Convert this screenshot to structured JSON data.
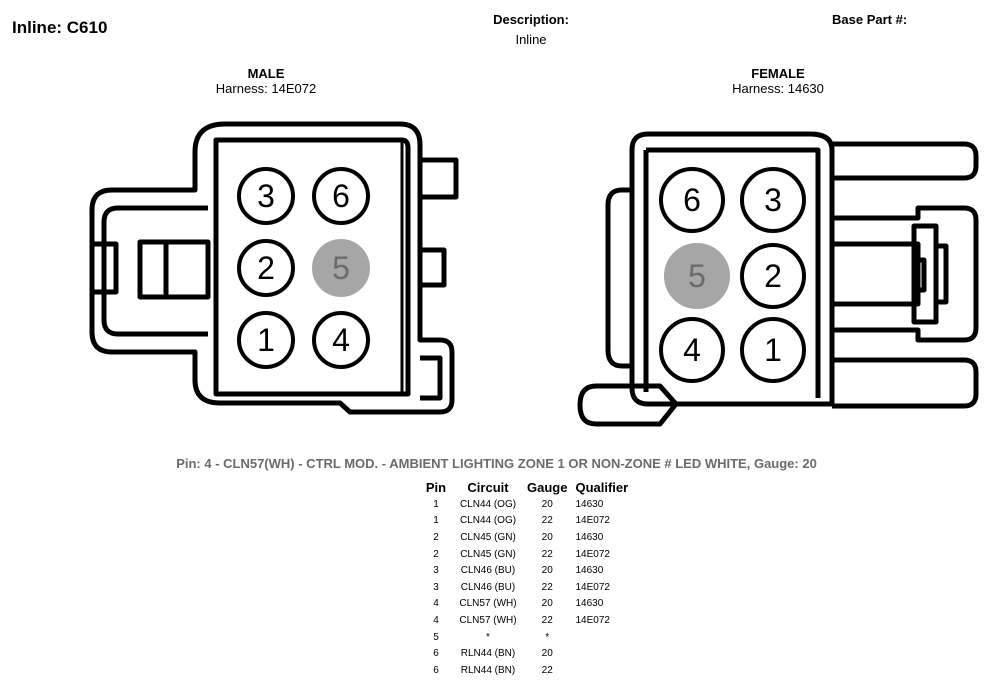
{
  "header": {
    "title": "Inline: C610",
    "description_label": "Description:",
    "description_value": "Inline",
    "base_part_label": "Base Part #:",
    "base_part_value": ""
  },
  "male": {
    "title": "MALE",
    "harness": "Harness: 14E072",
    "pins": [
      "3",
      "6",
      "2",
      "5",
      "1",
      "4"
    ]
  },
  "female": {
    "title": "FEMALE",
    "harness": "Harness: 14630",
    "pins": [
      "6",
      "3",
      "5",
      "2",
      "4",
      "1"
    ]
  },
  "colors": {
    "highlight_pin": "#a6a6a6",
    "info_text": "#6b6b6b"
  },
  "pin_info": "Pin: 4 - CLN57(WH) - CTRL MOD. - AMBIENT LIGHTING ZONE 1 OR NON-ZONE # LED WHITE, Gauge: 20",
  "table": {
    "headers": [
      "Pin",
      "Circuit",
      "Gauge",
      "Qualifier"
    ],
    "rows": [
      [
        "1",
        "CLN44 (OG)",
        "20",
        "14630"
      ],
      [
        "1",
        "CLN44 (OG)",
        "22",
        "14E072"
      ],
      [
        "2",
        "CLN45 (GN)",
        "20",
        "14630"
      ],
      [
        "2",
        "CLN45 (GN)",
        "22",
        "14E072"
      ],
      [
        "3",
        "CLN46 (BU)",
        "20",
        "14630"
      ],
      [
        "3",
        "CLN46 (BU)",
        "22",
        "14E072"
      ],
      [
        "4",
        "CLN57 (WH)",
        "20",
        "14630"
      ],
      [
        "4",
        "CLN57 (WH)",
        "22",
        "14E072"
      ],
      [
        "5",
        "*",
        "*",
        ""
      ],
      [
        "6",
        "RLN44 (BN)",
        "20",
        ""
      ],
      [
        "6",
        "RLN44 (BN)",
        "22",
        ""
      ]
    ]
  }
}
